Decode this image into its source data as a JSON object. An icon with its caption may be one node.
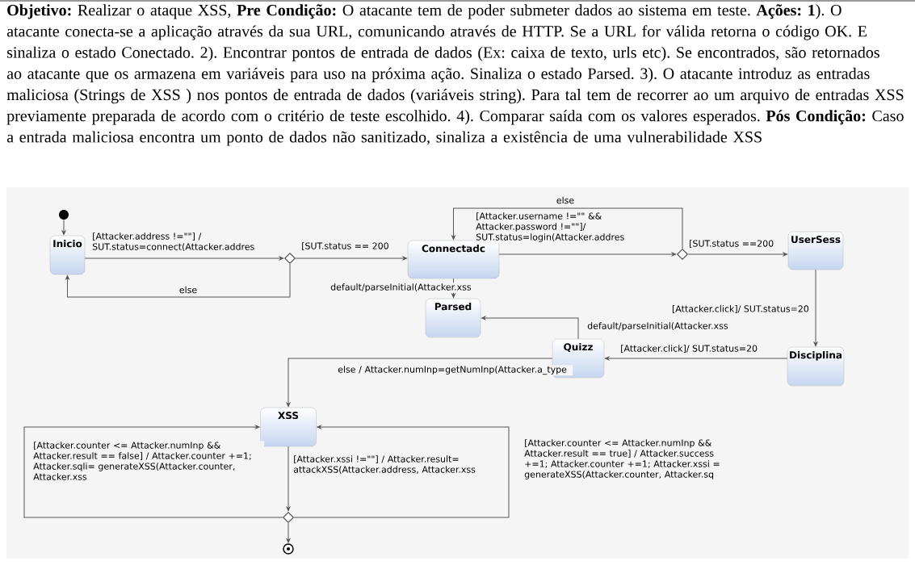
{
  "diagram": {
    "nodes": [
      {
        "text": [],
        "shape": "circle"
      },
      {
        "text": [
          "Inicio"
        ]
      },
      {
        "text": [],
        "shape": "diamond"
      },
      {
        "text": [
          "Connectadc"
        ]
      },
      {
        "text": [
          "Parsed"
        ]
      },
      {
        "text": [],
        "shape": "diamond"
      },
      {
        "text": [
          "UserSess"
        ]
      },
      {
        "text": [
          "Disciplina"
        ]
      },
      {
        "text": [
          "Quizz"
        ]
      },
      {
        "text": [
          "XSS"
        ]
      },
      {
        "text": [],
        "shape": "diamond"
      },
      {
        "text": [],
        "shape": "bullseye"
      }
    ],
    "edges": [
      {
        "from": 0,
        "to": 1,
        "arrow": "to"
      },
      {
        "from": 1,
        "to": 2,
        "arrow": "to",
        "label": "[Attacker.address !=\"\"] / SUT.status=connect(Attacker.addres"
      },
      {
        "from": 2,
        "to": 3,
        "arrow": "to",
        "label": "[SUT.status == 200"
      },
      {
        "from": 2,
        "to": 1,
        "arrow": "to",
        "label": "else"
      },
      {
        "from": 3,
        "to": 5,
        "arrow": "to",
        "label": "[Attacker.username !=\"\" && Attacker.password !=\"\"]/ SUT.status=login(Attacker.addres"
      },
      {
        "from": 5,
        "to": 3,
        "arrow": "to",
        "label": "else"
      },
      {
        "from": 5,
        "to": 6,
        "arrow": "to",
        "label": "[SUT.status ==200"
      },
      {
        "from": 3,
        "to": 4,
        "arrow": "to",
        "label": "default/parseInitial(Attacker.xss"
      },
      {
        "from": 6,
        "to": 7,
        "arrow": "to",
        "label": "[Attacker.click]/ SUT.status=20"
      },
      {
        "from": 7,
        "to": 8,
        "arrow": "to",
        "label": "[Attacker.click]/ SUT.status=20"
      },
      {
        "from": 8,
        "to": 4,
        "arrow": "to",
        "label": "default/parseInitial(Attacker.xss"
      },
      {
        "from": 8,
        "to": 9,
        "arrow": "to",
        "label": "else / Attacker.numInp=getNumInp(Attacker.a_type"
      },
      {
        "from": 9,
        "to": 10,
        "arrow": "to",
        "label": "[Attacker.xssi !=\"\"] / Attacker.result= attackXSS(Attacker.address, Attacker.xss"
      },
      {
        "from": 10,
        "to": 9,
        "arrow": "to",
        "label": "[Attacker.counter <= Attacker.numInp && Attacker.result == false] / Attacker.counter +=1; Attacker.sqli= generateXSS(Attacker.counter, Attacker.xss"
      },
      {
        "from": 10,
        "to": 9,
        "arrow": "to",
        "label": "[Attacker.counter <= Attacker.numInp && Attacker.result == true] / Attacker.success +=1; Attacker.counter +=1; Attacker.xssi = generateXSS(Attacker.counter, Attacker.sq"
      },
      {
        "from": 10,
        "to": 11,
        "arrow": "to"
      }
    ],
    "labels": [
      "**Objetivo:** Realizar o ataque XSS, **Pre Condição:** O atacante tem de poder submeter dados ao sistema em teste. **Ações: 1**). O atacante conecta-se a aplicação através da sua URL, comunicando através de HTTP. Se a URL for válida retorna o código OK. E sinaliza o estado Conectado. 2). Encontrar pontos de entrada de dados (Ex: caixa de texto, urls etc). Se encontrados, são retornados ao atacante que os armazena em variáveis para uso na próxima ação. Sinaliza o estado Parsed. 3). O atacante introduz as entradas maliciosa (Strings de XSS ) nos pontos de entrada de dados (variáveis string). Para tal tem de recorrer ao um arquivo de entradas XSS previamente preparada de acordo com o critério de teste escolhido. 4). Comparar saída com os valores esperados. **Pós Condição:** Caso a entrada maliciosa encontra um ponto de dados não sanitizado, sinaliza a existência de uma vulnerabilidade XSS"
    ]
  }
}
